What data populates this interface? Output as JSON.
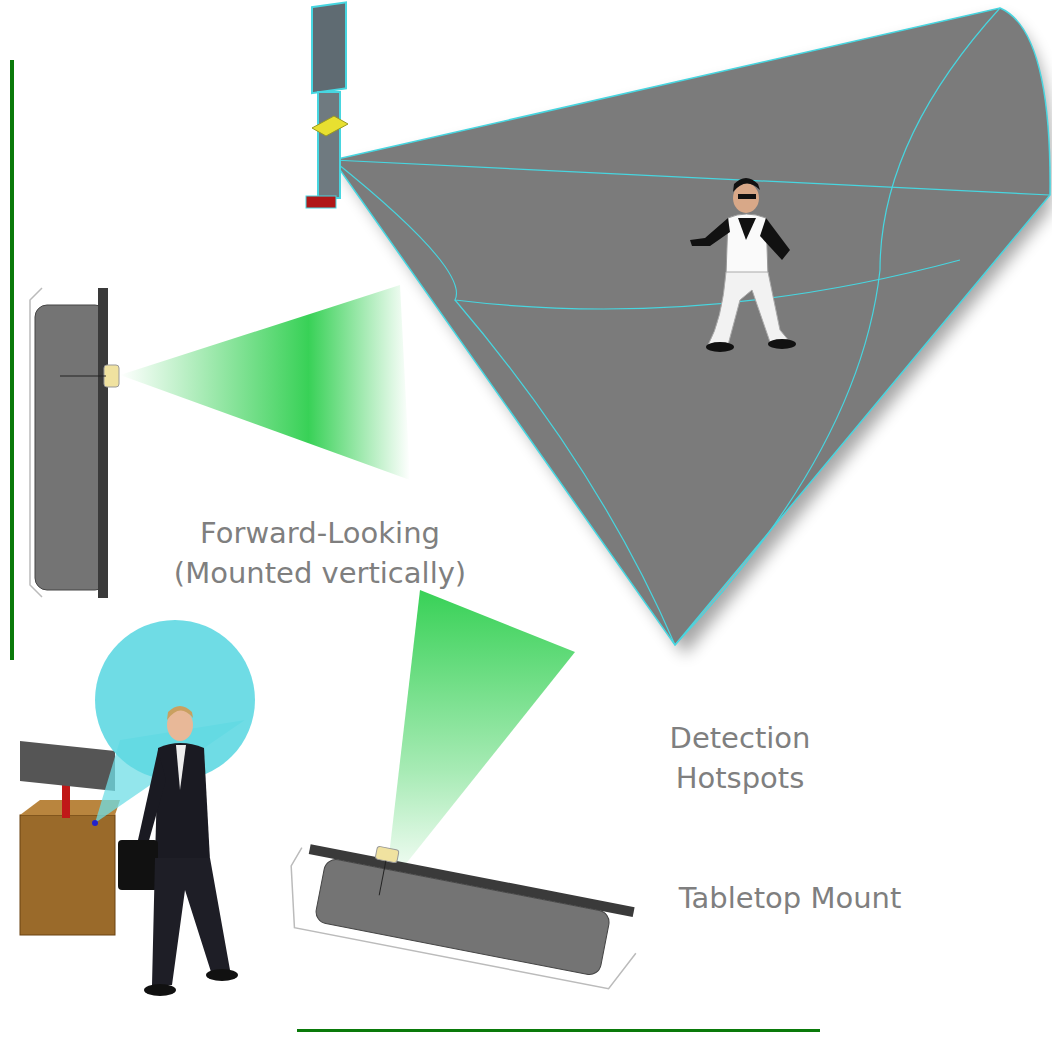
{
  "diagram": {
    "labels": [
      "Forward-Looking (Mounted vertically)",
      "Detection Hotspots",
      "Tabletop Mount"
    ]
  }
}
